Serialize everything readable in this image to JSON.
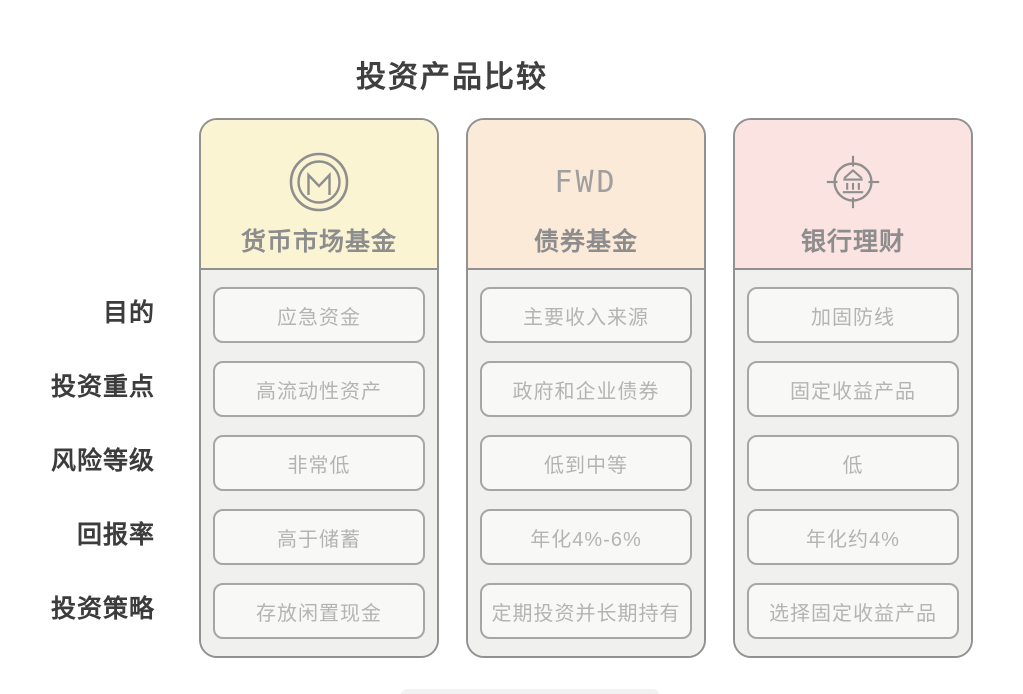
{
  "title": "投资产品比较",
  "rows": [
    "目的",
    "投资重点",
    "风险等级",
    "回报率",
    "投资策略"
  ],
  "columns": [
    {
      "label": "货币市场基金",
      "icon": "money-market-coin-icon",
      "header_bg": "#FBF4D3",
      "values": [
        "应急资金",
        "高流动性资产",
        "非常低",
        "高于储蓄",
        "存放闲置现金"
      ]
    },
    {
      "label": "债券基金",
      "icon_text": "FWD",
      "header_bg": "#FCEAD9",
      "values": [
        "主要收入来源",
        "政府和企业债券",
        "低到中等",
        "年化4%-6%",
        "定期投资并长期持有"
      ]
    },
    {
      "label": "银行理财",
      "icon": "bank-target-icon",
      "header_bg": "#FAE3E1",
      "values": [
        "加固防线",
        "固定收益产品",
        "低",
        "年化约4%",
        "选择固定收益产品"
      ]
    }
  ],
  "colors": {
    "title_text": "#3F3F3F",
    "row_label_text": "#3C3C3C",
    "header_label_text": "#8D8D8D",
    "cell_text": "#B4B4B3",
    "column_border": "#919191",
    "cell_border": "#A6A6A6",
    "body_bg": "#F0F0EF",
    "cell_bg": "#F8F8F7",
    "header_bg_money_market": "#FBF4D3",
    "header_bg_bond_fund": "#FCEAD9",
    "header_bg_bank_wealth": "#FAE3E1",
    "icon_stroke": "#8E8E8E",
    "page_bg": "#FFFFFF"
  },
  "chart_data": {
    "type": "table",
    "title": "投资产品比较",
    "row_headers": [
      "目的",
      "投资重点",
      "风险等级",
      "回报率",
      "投资策略"
    ],
    "column_headers": [
      "货币市场基金",
      "债券基金",
      "银行理财"
    ],
    "cells": [
      [
        "应急资金",
        "高流动性资产",
        "非常低",
        "高于储蓄",
        "存放闲置现金"
      ],
      [
        "主要收入来源",
        "政府和企业债券",
        "低到中等",
        "年化4%-6%",
        "定期投资并长期持有"
      ],
      [
        "加固防线",
        "固定收益产品",
        "低",
        "年化约4%",
        "选择固定收益产品"
      ]
    ]
  }
}
